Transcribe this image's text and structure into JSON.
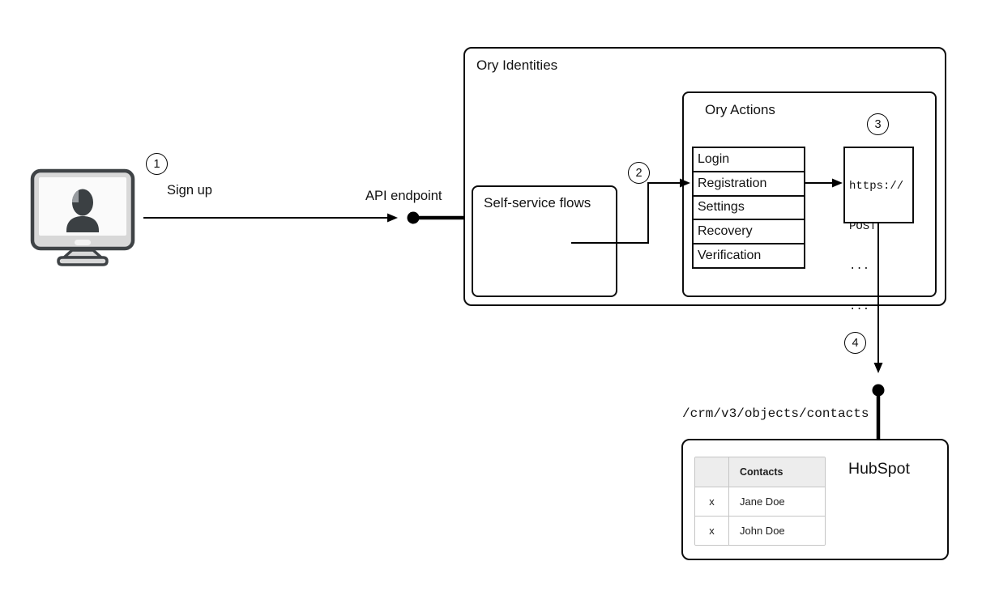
{
  "steps": {
    "s1": "1",
    "s2": "2",
    "s3": "3",
    "s4": "4"
  },
  "labels": {
    "sign_up": "Sign up",
    "api_endpoint": "API endpoint",
    "crm_path": "/crm/v3/objects/contacts"
  },
  "ory_identities": {
    "title": "Ory Identities",
    "self_service_flows": {
      "title": "Self-service flows"
    },
    "ory_actions": {
      "title": "Ory Actions",
      "flows": [
        "Login",
        "Registration",
        "Settings",
        "Recovery",
        "Verification"
      ],
      "webhook_code": [
        "https://",
        "POST",
        "...",
        "..."
      ]
    }
  },
  "hubspot": {
    "title": "HubSpot",
    "contacts_table": {
      "header": "Contacts",
      "rows": [
        {
          "action": "x",
          "name": "Jane Doe"
        },
        {
          "action": "x",
          "name": "John Doe"
        }
      ]
    }
  },
  "colors": {
    "line": "#000000",
    "box_border": "#0d0d0d",
    "text": "#121212",
    "table_border": "#c5c5c5",
    "table_header_bg": "#ededed",
    "monitor_frame": "#d8d8d8",
    "monitor_outline": "#3f4346",
    "monitor_screen": "#fafafa",
    "silhouette": "#3b4043",
    "silhouette_highlight": "#989ca0"
  }
}
